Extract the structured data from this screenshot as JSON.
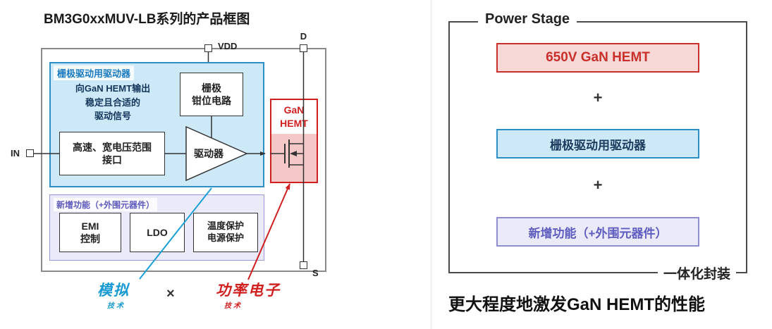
{
  "colors": {
    "red_accent": "#d01f1f",
    "blue_accent": "#2e8fc7",
    "cyan_accent": "#1aa0d8",
    "navy_text": "#14365c",
    "purple_accent": "#5f5cc0",
    "blue_fill": "#cde8f6",
    "red_fill": "#f6d8d6",
    "purple_fill": "#eaeaf8"
  },
  "left": {
    "title": "BM3G0xxMUV-LB系列的产品框图",
    "pins": {
      "vdd": "VDD",
      "d": "D",
      "in": "IN",
      "s": "S"
    },
    "gate_driver": {
      "header": "栅极驱动用驱动器",
      "note": "向GaN HEMT输出\n稳定且合适的\n驱动信号",
      "clamp_box": "栅极\n钳位电路",
      "interface_box": "高速、宽电压范围\n接口",
      "driver_label": "驱动器"
    },
    "gan_hemt_label": "GaN\nHEMT",
    "addon": {
      "header": "新增功能（+外围元器件）",
      "boxes": [
        "EMI\n控制",
        "LDO",
        "温度保护\n电源保护"
      ]
    },
    "footnotes": {
      "analog": "模拟",
      "analog_sub": "技术",
      "multiply": "×",
      "power": "功率电子",
      "power_sub": "技术"
    }
  },
  "right": {
    "header": "Power Stage",
    "plus": "+",
    "boxes": [
      {
        "label": "650V GaN HEMT"
      },
      {
        "label": "栅极驱动用驱动器"
      },
      {
        "label": "新增功能（+外围元器件）"
      }
    ],
    "package_label": "一体化封装",
    "caption": "更大程度地激发GaN HEMT的性能"
  }
}
